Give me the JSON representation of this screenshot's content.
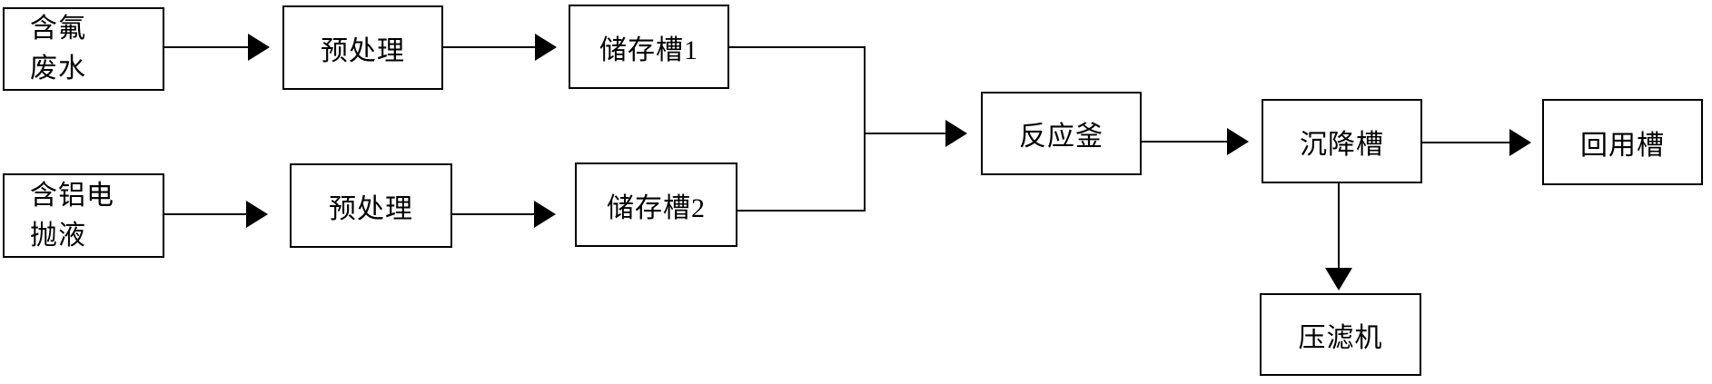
{
  "diagram": {
    "type": "flowchart",
    "background_color": "#ffffff",
    "line_color": "#000000",
    "box_fill_color": "#ffffff",
    "nodes": {
      "fluoride_wastewater": {
        "line1": "含氟",
        "line2": "废水"
      },
      "pretreatment_1": {
        "label": "预处理"
      },
      "storage_tank_1": {
        "label": "储存槽1"
      },
      "aluminum_electropolishing_liquid": {
        "line1": "含铝电",
        "line2": "抛液"
      },
      "pretreatment_2": {
        "label": "预处理"
      },
      "storage_tank_2": {
        "label": "储存槽2"
      },
      "reaction_kettle": {
        "label": "反应釜"
      },
      "settling_tank": {
        "label": "沉降槽"
      },
      "reuse_tank": {
        "label": "回用槽"
      },
      "filter_press": {
        "label": "压滤机"
      }
    },
    "edges": [
      {
        "from": "fluoride_wastewater",
        "to": "pretreatment_1"
      },
      {
        "from": "pretreatment_1",
        "to": "storage_tank_1"
      },
      {
        "from": "aluminum_electropolishing_liquid",
        "to": "pretreatment_2"
      },
      {
        "from": "pretreatment_2",
        "to": "storage_tank_2"
      },
      {
        "from": "storage_tank_1",
        "to": "reaction_kettle"
      },
      {
        "from": "storage_tank_2",
        "to": "reaction_kettle"
      },
      {
        "from": "reaction_kettle",
        "to": "settling_tank"
      },
      {
        "from": "settling_tank",
        "to": "reuse_tank"
      },
      {
        "from": "settling_tank",
        "to": "filter_press"
      }
    ]
  }
}
